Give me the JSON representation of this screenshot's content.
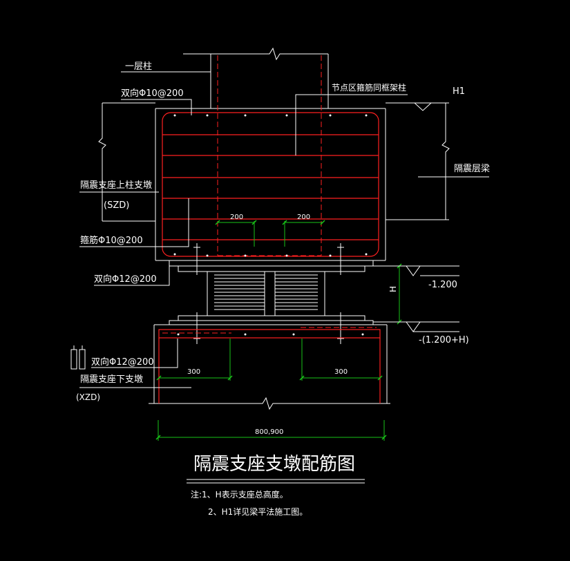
{
  "labels": {
    "first_floor_column": "一层柱",
    "two_way_top": "双向Φ10@200",
    "node_zone": "节点区箍筋同框架柱",
    "h1": "H1",
    "upper_pier": "隔震支座上柱支墩",
    "szd": "(SZD)",
    "isolation_beam": "隔震层梁",
    "stirrup": "箍筋Φ10@200",
    "two_way_mid": "双向Φ12@200",
    "elev1": "-1.200",
    "h_label": "H",
    "elev2": "-(1.200+H)",
    "two_way_low": "双向Φ12@200",
    "lower_pier": "隔震支座下支墩",
    "xzd": "(XZD)",
    "dim_200a": "200",
    "dim_200b": "200",
    "dim_300a": "300",
    "dim_300b": "300",
    "dim_width": "800,900"
  },
  "title": "隔震支座支墩配筋图",
  "notes": {
    "line1": "注:1、H表示支座总高度。",
    "line2": "2、H1详见梁平法施工图。"
  },
  "colors": {
    "background": "#000000",
    "line": "#ffffff",
    "rebar": "#ff2020",
    "dimension": "#19c419"
  }
}
